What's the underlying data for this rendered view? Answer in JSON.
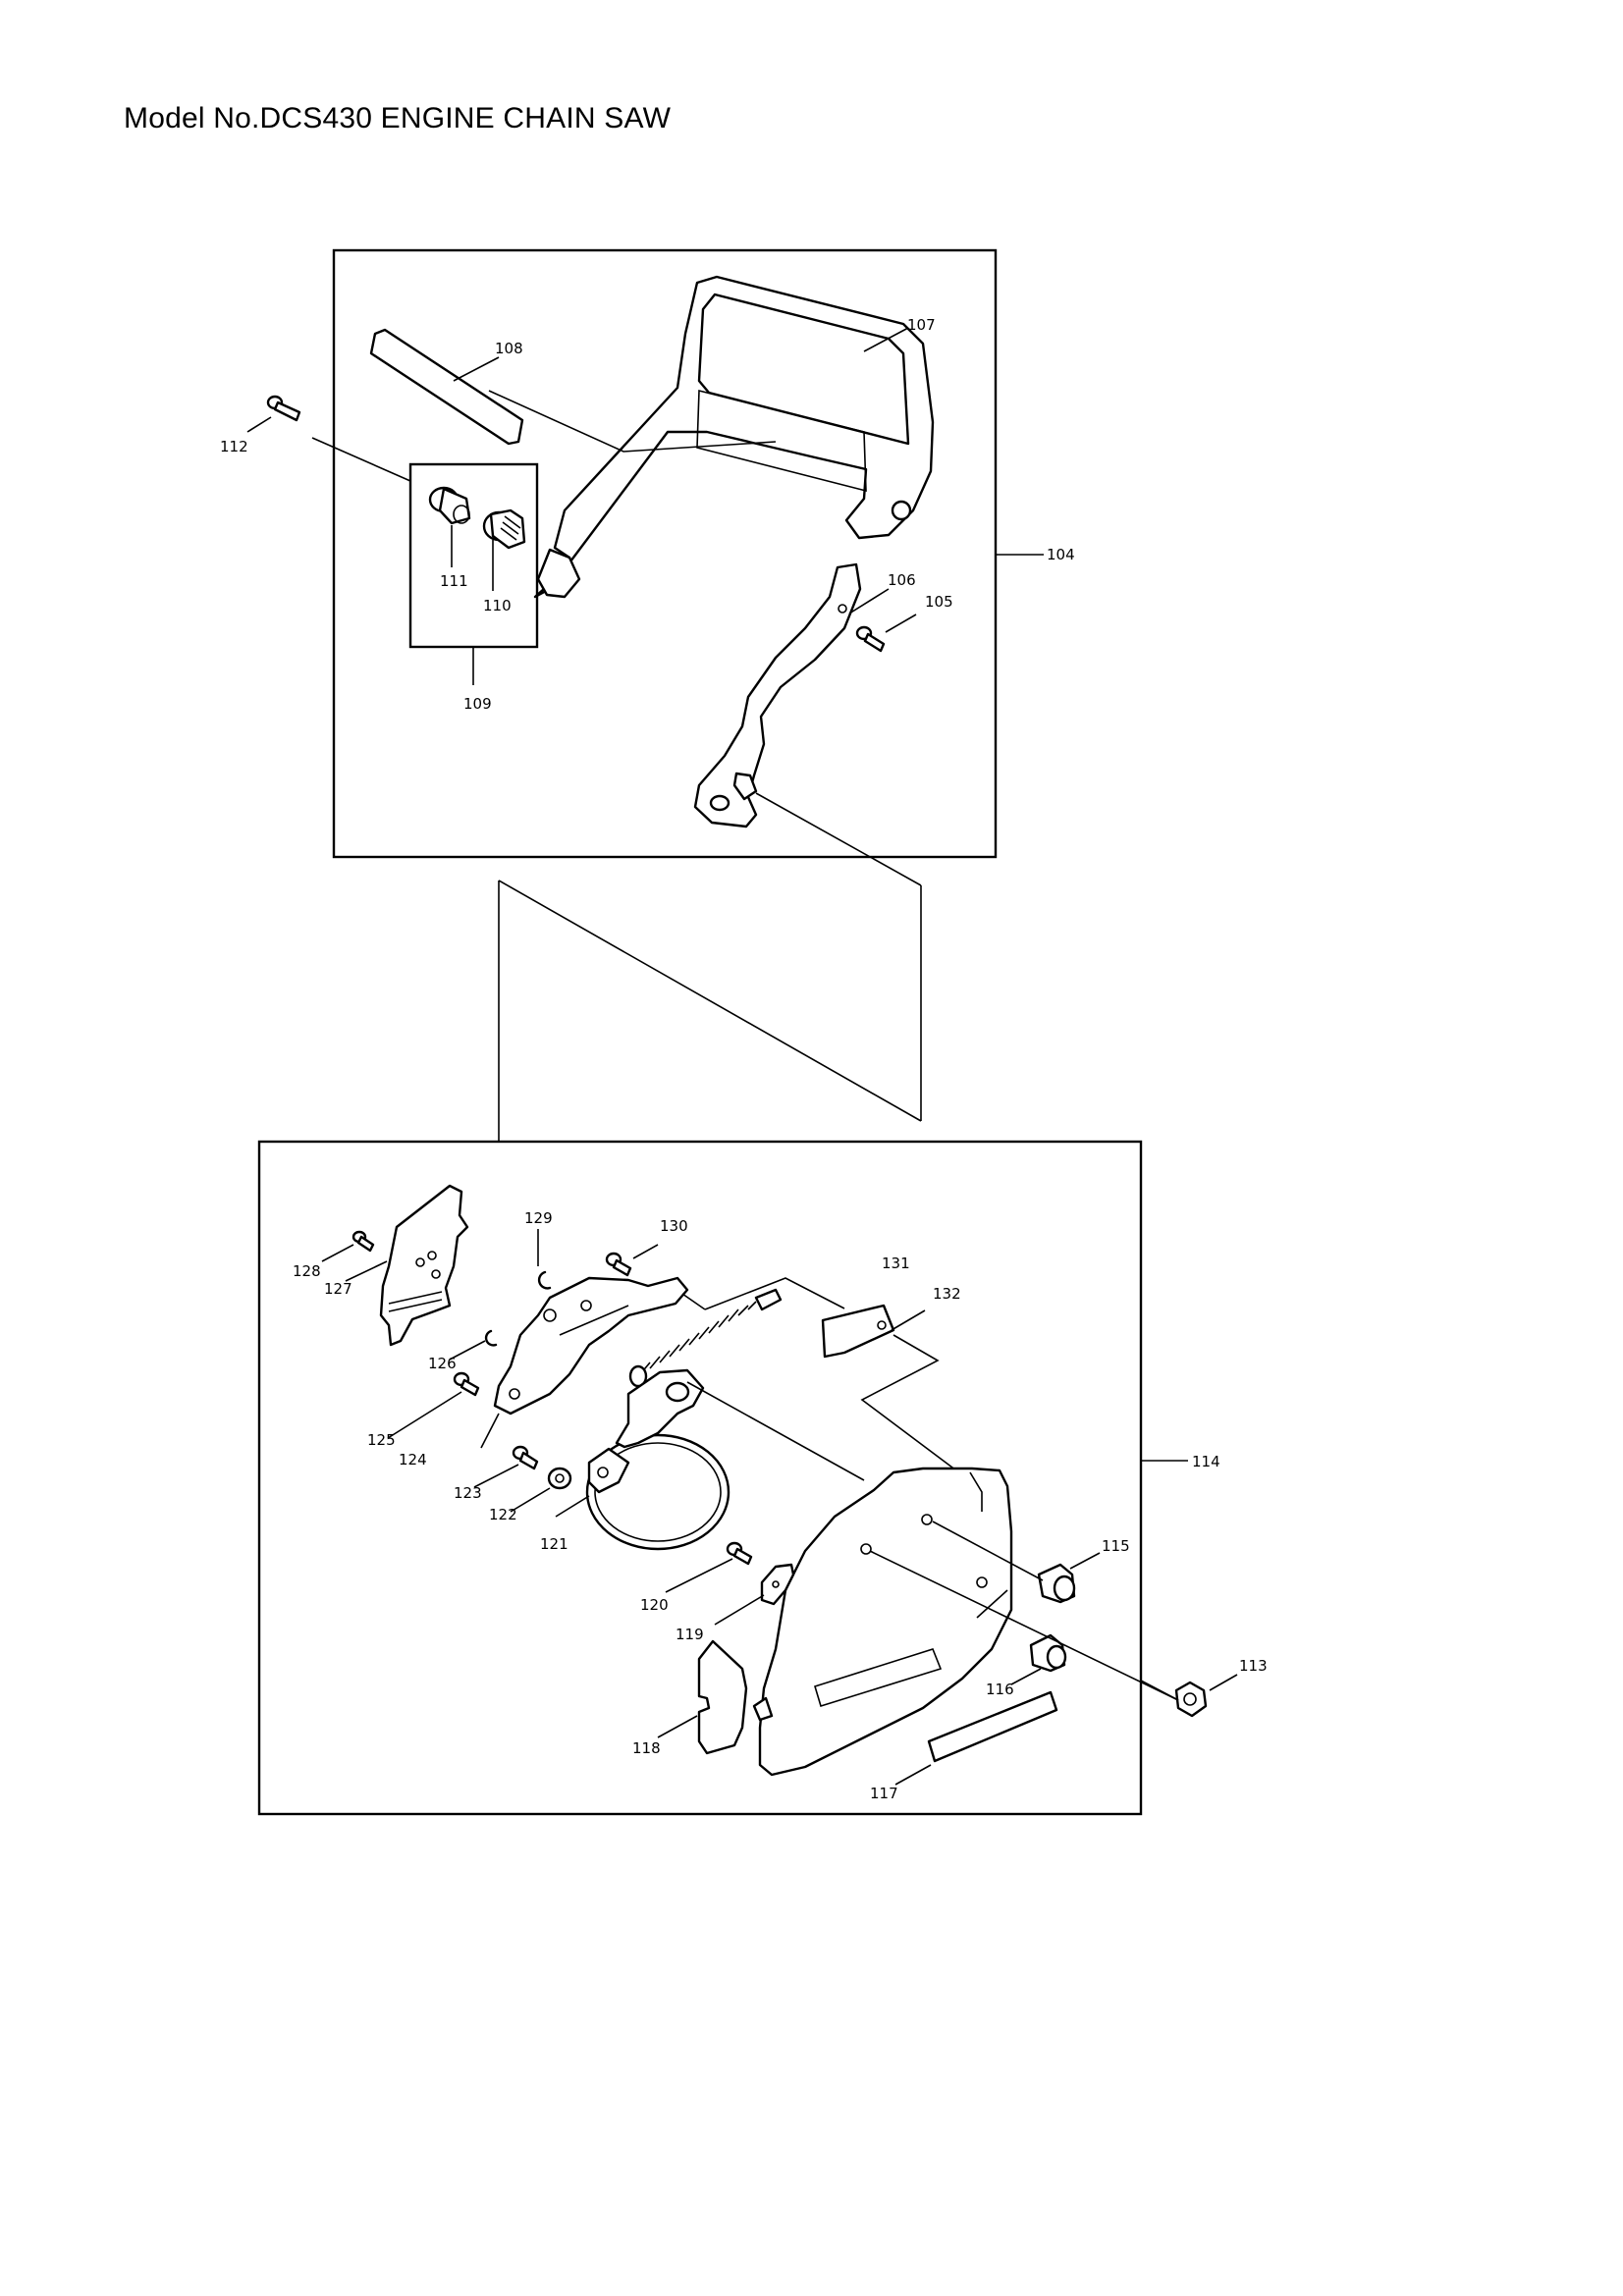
{
  "page": {
    "title": "Model No.DCS430 ENGINE CHAIN SAW"
  },
  "parts": {
    "p104": "104",
    "p105": "105",
    "p106": "106",
    "p107": "107",
    "p108": "108",
    "p109": "109",
    "p110": "110",
    "p111": "111",
    "p112": "112",
    "p113": "113",
    "p114": "114",
    "p115": "115",
    "p116": "116",
    "p117": "117",
    "p118": "118",
    "p119": "119",
    "p120": "120",
    "p121": "121",
    "p122": "122",
    "p123": "123",
    "p124": "124",
    "p125": "125",
    "p126": "126",
    "p127": "127",
    "p128": "128",
    "p129": "129",
    "p130": "130",
    "p131": "131",
    "p132": "132"
  }
}
